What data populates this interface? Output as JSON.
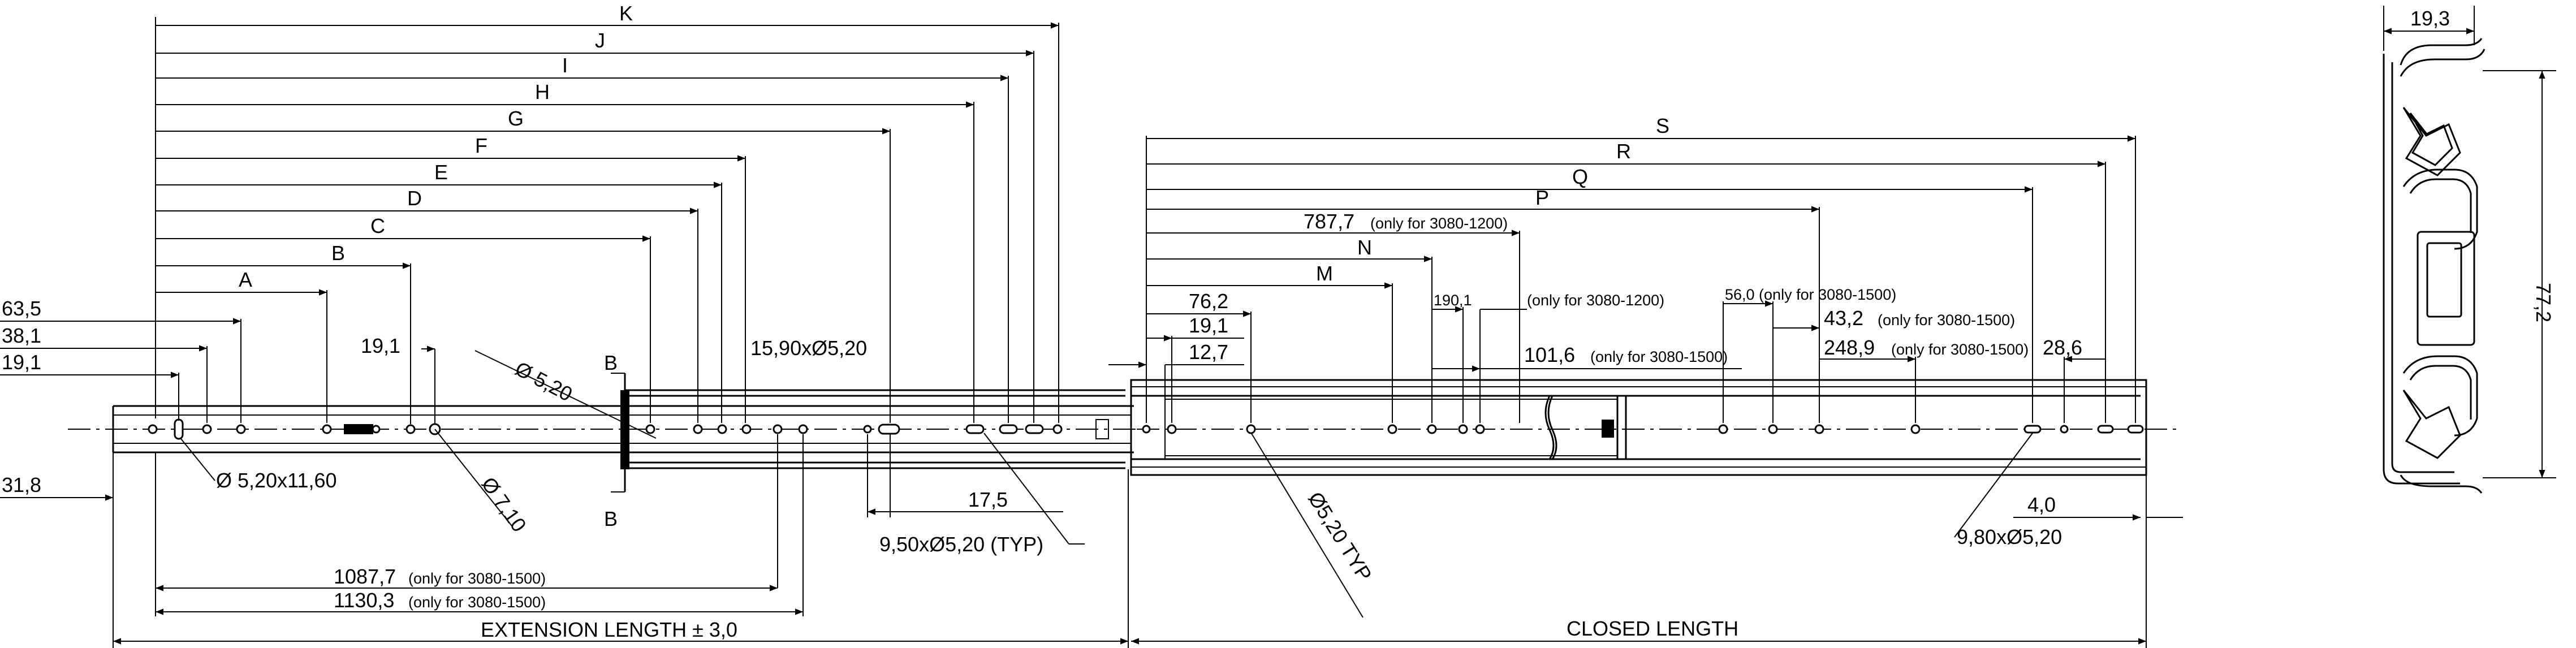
{
  "letters": [
    "K",
    "J",
    "I",
    "H",
    "G",
    "F",
    "E",
    "D",
    "C",
    "B",
    "A",
    "S",
    "R",
    "Q",
    "P",
    "N",
    "M"
  ],
  "dims": {
    "d63_5": "63,5",
    "d38_1": "38,1",
    "d19_1_left": "19,1",
    "d19_1_mid": "19,1",
    "d31_8": "31,8",
    "slot_left": "Ø 5,20x11,60",
    "hole_520": "Ø 5,20",
    "hole_710": "Ø 7,10",
    "slot_1590": "15,90xØ5,20",
    "sec_b_top": "B",
    "sec_b_bottom": "B",
    "d17_5": "17,5",
    "slot_950": "9,50xØ5,20 (TYP)",
    "d1087_7": "1087,7",
    "d1087_7_note": "(only for 3080-1500)",
    "d1130_3": "1130,3",
    "d1130_3_note": "(only for 3080-1500)",
    "ext_len": "EXTENSION LENGTH ± 3,0",
    "d787_7": "787,7",
    "d787_7_note": "(only for 3080-1200)",
    "d76_2": "76,2",
    "d19_1_right": "19,1",
    "d12_7": "12,7",
    "d190_1": "190,1",
    "d190_1_note": "(only for 3080-1200)",
    "d101_6": "101,6",
    "d101_6_note": "(only for 3080-1500)",
    "d56_0": "56,0 (only for 3080-1500)",
    "d43_2": "43,2",
    "d43_2_note": "(only for 3080-1500)",
    "d248_9": "248,9",
    "d248_9_note": "(only for 3080-1500)",
    "d28_6": "28,6",
    "hole_520_typ": "Ø5,20 TYP",
    "d4_0": "4,0",
    "slot_980": "9,80xØ5,20",
    "closed_len": "CLOSED LENGTH",
    "prof_w": "19,3",
    "prof_h": "77,2"
  }
}
